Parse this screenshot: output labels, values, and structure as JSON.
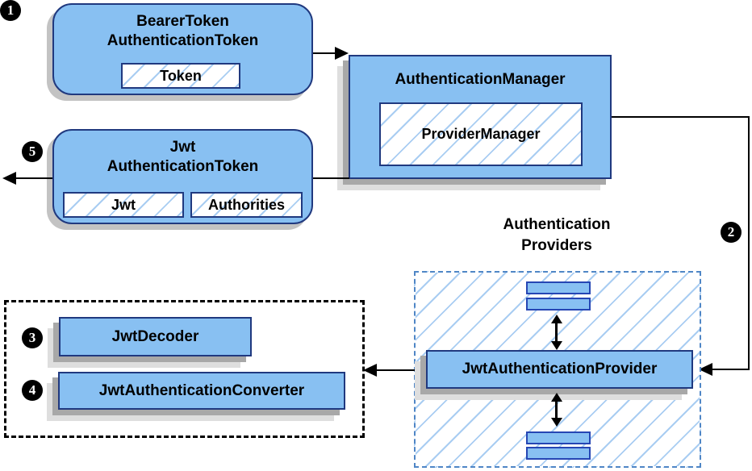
{
  "colors": {
    "box_fill": "#88c0f2",
    "box_border": "#20397f",
    "bar_border": "#2646b4",
    "hatch_line": "#a9cdf2",
    "dashed_blue": "#4f86c6",
    "shadow_dark": "#a8a8a8",
    "shadow_light": "#dedede",
    "arrow": "#000000"
  },
  "badges": {
    "step1": "1",
    "step2": "2",
    "step3": "3",
    "step4": "4",
    "step5": "5"
  },
  "bearer_token_box": {
    "line1": "BearerToken",
    "line2": "AuthenticationToken",
    "inner": "Token"
  },
  "authentication_manager_box": {
    "title": "AuthenticationManager",
    "inner": "ProviderManager"
  },
  "jwt_token_box": {
    "line1": "Jwt",
    "line2": "AuthenticationToken",
    "inner_left": "Jwt",
    "inner_right": "Authorities"
  },
  "providers_group": {
    "label_line1": "Authentication",
    "label_line2": "Providers",
    "provider_box": "JwtAuthenticationProvider"
  },
  "decoder_group": {
    "decoder": "JwtDecoder",
    "converter": "JwtAuthenticationConverter"
  }
}
